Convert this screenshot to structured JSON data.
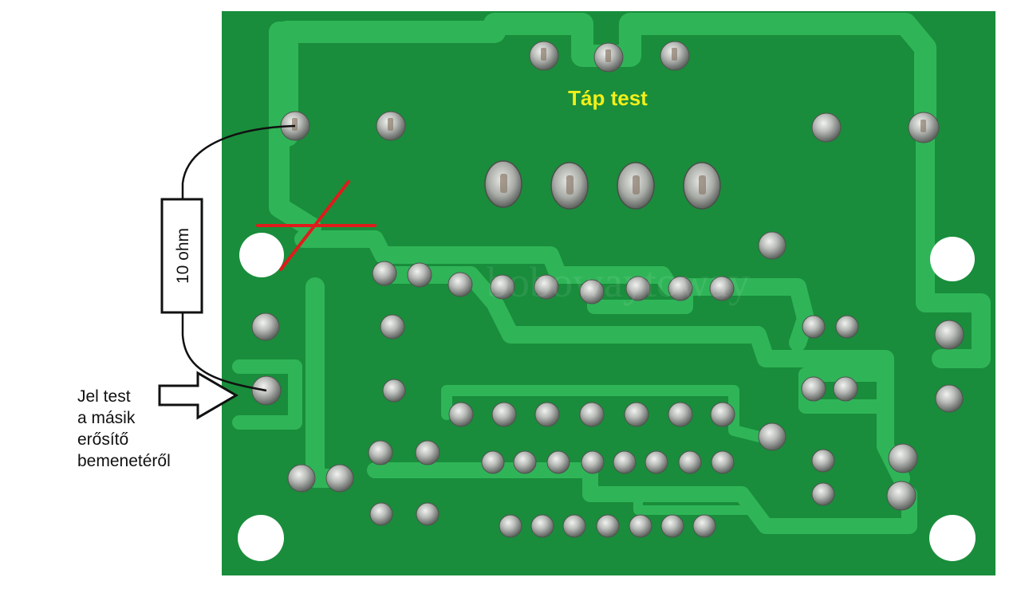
{
  "annotations": {
    "power_ground": "Táp test",
    "resistor": "10 ohm",
    "signal_ground_lines": [
      "Jel test",
      "a másik",
      "erősítő",
      "bemenetéről"
    ]
  },
  "watermark": "bobowaytoway",
  "colors": {
    "pcb_green": "#1f9a45",
    "trace_green": "#2bb055",
    "pad_silver": "#b9bcb8",
    "annotation_yellow": "#f2ef1a",
    "cross_red": "#e01b1b"
  }
}
